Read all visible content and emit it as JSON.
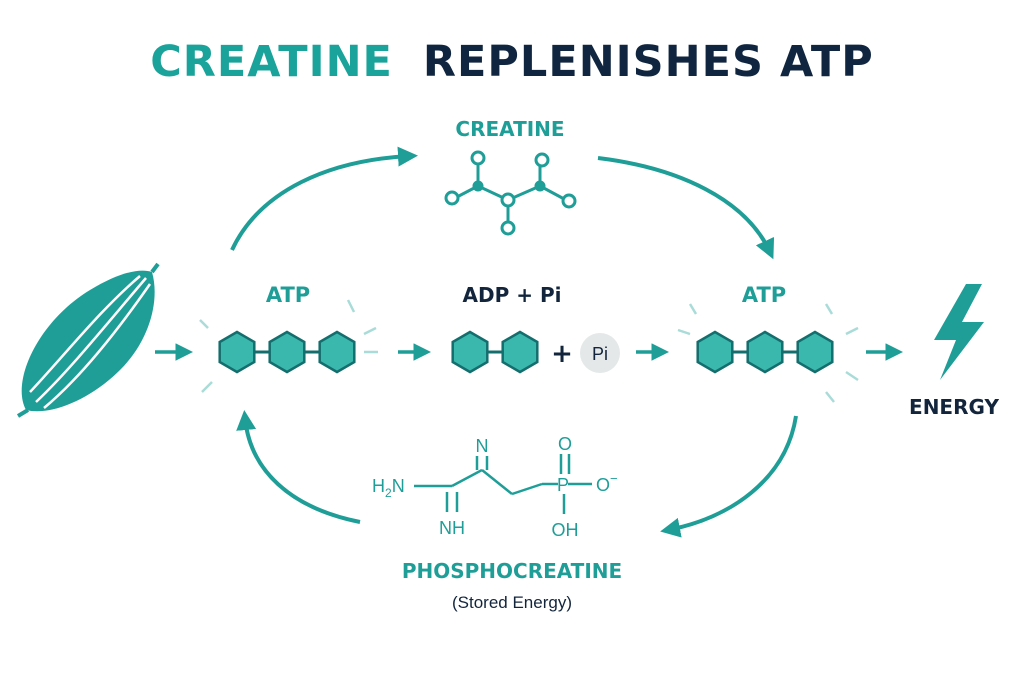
{
  "title": {
    "part1": "CREATINE",
    "part2": "REPLENISHES ATP"
  },
  "labels": {
    "creatine": "CREATINE",
    "atp_left": "ATP",
    "adp_pi": "ADP + Pi",
    "atp_right": "ATP",
    "plus": "+",
    "pi_token": "Pi",
    "energy": "ENERGY",
    "phosphocreatine": "PHOSPHOCREATINE",
    "stored_energy": "(Stored Energy)"
  },
  "structure": {
    "h2n": "H",
    "h2n_sub": "2",
    "h2n_n": "N",
    "n_top": "N",
    "nh": "NH",
    "o_top": "O",
    "p": "P",
    "o_minus": "O",
    "minus": "−",
    "oh": "OH"
  },
  "colors": {
    "title_accent": "#1aa39a",
    "title_dark": "#10253f",
    "teal": "#1f9e98",
    "hex_fill": "#3bb8ae",
    "hex_stroke": "#146e6e",
    "dark_text": "#12253c",
    "pi_fill": "#e4e8e8"
  },
  "icons": [
    "muscle-icon",
    "lightning-bolt-icon",
    "creatine-molecule-icon"
  ]
}
